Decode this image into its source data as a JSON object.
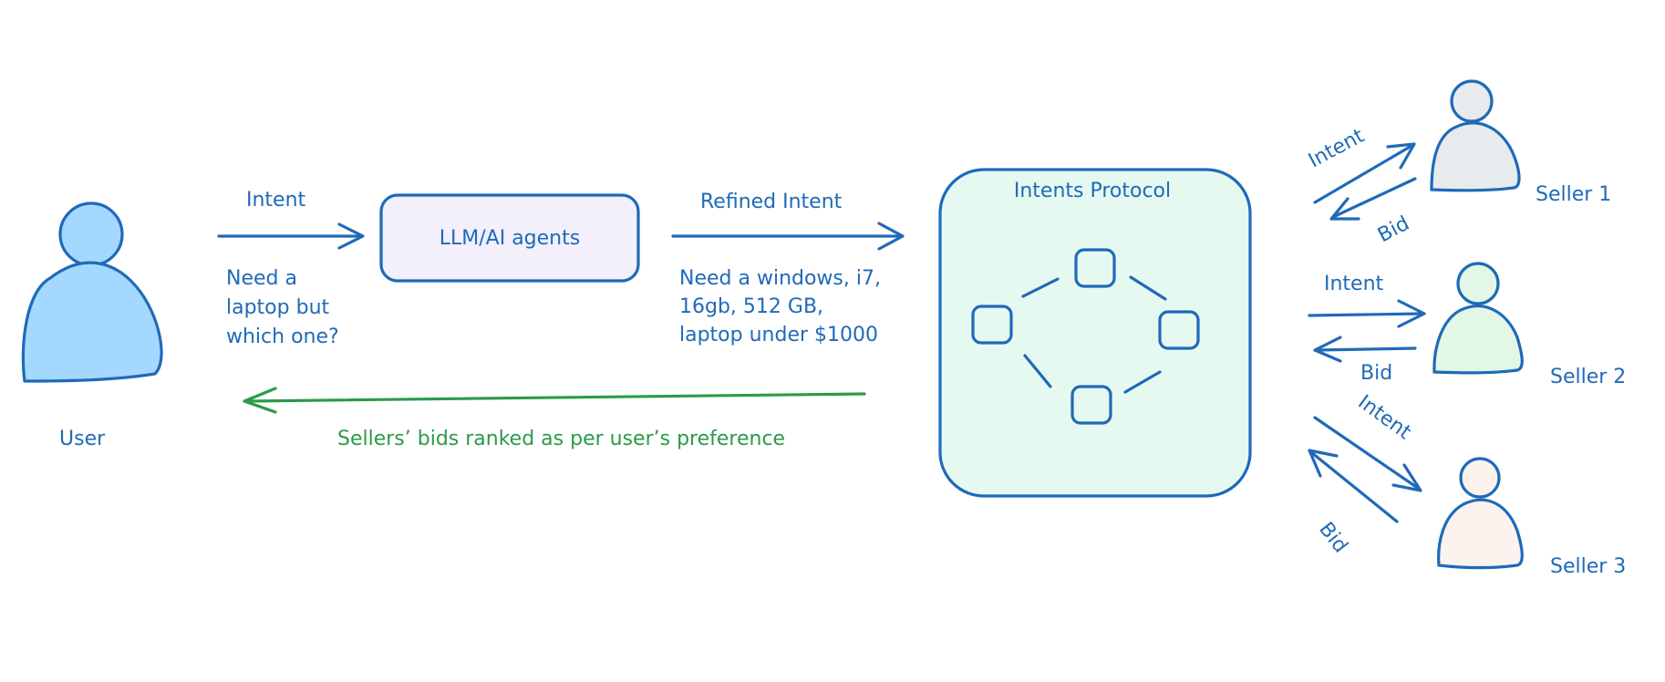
{
  "colors": {
    "primary": "#1f6ab8",
    "accent_green": "#2b9a4a",
    "user_fill": "#a5d8ff",
    "llm_fill": "#f3effb",
    "protocol_fill": "#e6f9f1",
    "seller1_fill": "#e7ebee",
    "seller2_fill": "#e2f7e5",
    "seller3_fill": "#fcf2ee"
  },
  "user": {
    "label": "User"
  },
  "llm_box": {
    "label": "LLM/AI agents"
  },
  "protocol": {
    "title": "Intents Protocol"
  },
  "flow": {
    "intent_label": "Intent",
    "user_question_lines": [
      "Need a",
      "laptop but",
      "which one?"
    ],
    "refined_intent_label": "Refined Intent",
    "refined_detail_lines": [
      "Need a windows, i7,",
      "16gb, 512 GB,",
      "laptop under $1000"
    ],
    "return_label": "Sellers’ bids ranked as per user’s preference"
  },
  "sellers": [
    {
      "label": "Seller 1",
      "intent_label": "Intent",
      "bid_label": "Bid"
    },
    {
      "label": "Seller 2",
      "intent_label": "Intent",
      "bid_label": "Bid"
    },
    {
      "label": "Seller 3",
      "intent_label": "Intent",
      "bid_label": "Bid"
    }
  ],
  "icons": {
    "user": "person-icon",
    "seller": "person-icon",
    "network": "network-nodes-icon"
  }
}
